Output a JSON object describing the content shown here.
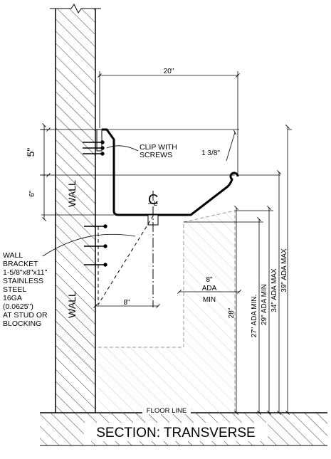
{
  "drawing": {
    "title": "SECTION: TRANSVERSE",
    "wall_label_upper": "WALL",
    "wall_label_lower": "WALL",
    "floor_line": "FLOOR LINE",
    "centerline_symbol": "C",
    "clip_callout": [
      "CLIP WITH",
      "SCREWS"
    ],
    "bracket_callout": [
      "WALL",
      "BRACKET",
      "1-5/8\"x8\"x11\"",
      "STAINLESS",
      "STEEL",
      "16GA",
      "(0.0625\")",
      "AT STUD OR",
      "BLOCKING"
    ]
  },
  "dimensions": {
    "depth": "20\"",
    "bracket_top": "5\"",
    "basin_drop": "6\"",
    "rim_offset": "1 3/8\"",
    "knee_depth": [
      "8\"",
      "ADA",
      "MIN"
    ],
    "bracket_depth": "8\"",
    "knee_height": "28\"",
    "ada_27": "27\" ADA MIN.",
    "ada_29": "29\" ADA MIN",
    "ada_34": "34\" ADA MAX",
    "ada_39": "39\" ADA MAX"
  }
}
